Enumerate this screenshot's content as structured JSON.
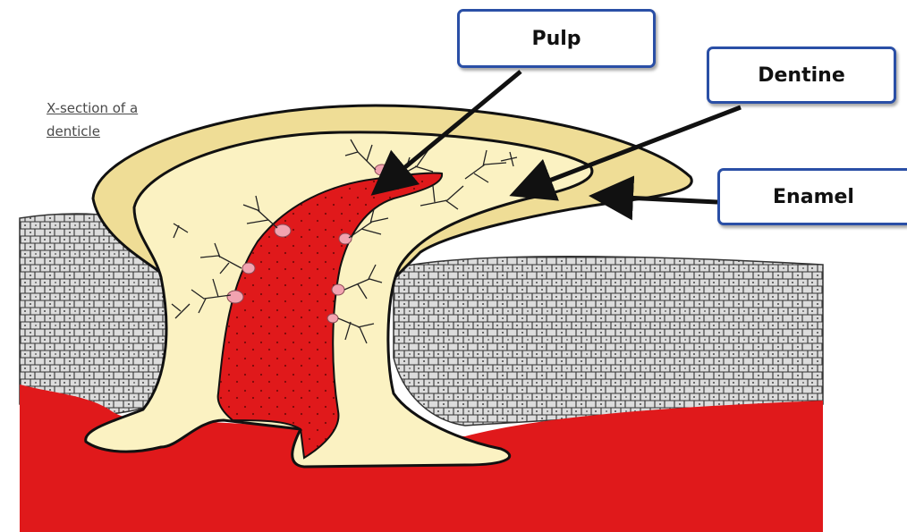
{
  "caption": {
    "line1": "X-section of a",
    "line2": "denticle"
  },
  "labels": {
    "pulp": "Pulp",
    "dentine": "Dentine",
    "enamel": "Enamel"
  },
  "colors": {
    "blood_red": "#e0191b",
    "enamel": "#efdd96",
    "dentine": "#fbf2c2",
    "pulp": "#e0191b",
    "cells_fill": "#dcdcdc",
    "cell_lines": "#333333",
    "odontoblast": "#f2a3b0",
    "label_border": "#2a4fa6"
  }
}
